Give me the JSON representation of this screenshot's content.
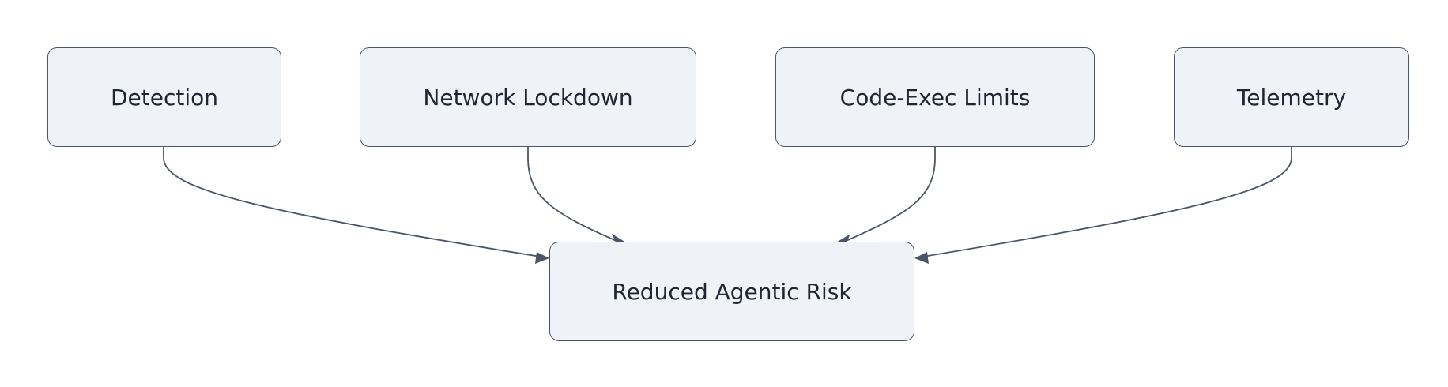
{
  "diagram": {
    "nodes": {
      "detection": "Detection",
      "network_lockdown": "Network Lockdown",
      "code_exec_limits": "Code-Exec Limits",
      "telemetry": "Telemetry",
      "reduced_agentic_risk": "Reduced Agentic Risk"
    },
    "edges": [
      {
        "from": "Detection",
        "to": "Reduced Agentic Risk"
      },
      {
        "from": "Network Lockdown",
        "to": "Reduced Agentic Risk"
      },
      {
        "from": "Code-Exec Limits",
        "to": "Reduced Agentic Risk"
      },
      {
        "from": "Telemetry",
        "to": "Reduced Agentic Risk"
      }
    ],
    "colors": {
      "node_fill": "#eff2f7",
      "node_stroke": "#4a5568",
      "edge": "#4a5568",
      "text": "#1e2533"
    }
  }
}
